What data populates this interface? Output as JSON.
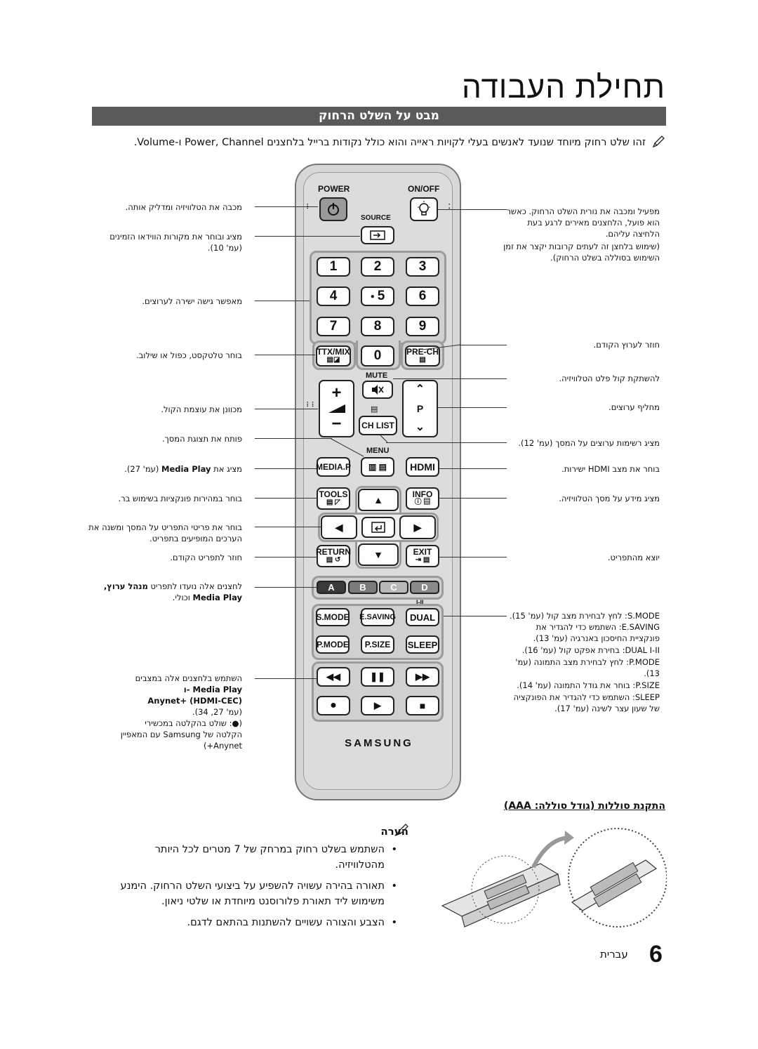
{
  "page": {
    "title": "תחילת העבודה",
    "section": "מבט על השלט הרחוק",
    "intro": "זהו שלט רחוק מיוחד שנועד לאנשים בעלי לקויות ראייה והוא כולל נקודות ברייל בלחצנים Power, Channel ו-Volume."
  },
  "remote": {
    "keys": {
      "power": "POWER",
      "onoff": "ON/OFF",
      "source": "SOURCE",
      "n1": "1",
      "n2": "2",
      "n3": "3",
      "n4": "4",
      "n5": "5",
      "n6": "6",
      "n7": "7",
      "n8": "8",
      "n9": "9",
      "n0": "0",
      "ttx": "TTX/MIX",
      "prech": "PRE-CH",
      "mute": "MUTE",
      "plus": "+",
      "minus": "−",
      "p": "P",
      "chlist": "CH LIST",
      "menu": "MENU",
      "mediap": "MEDIA.P",
      "hdmi": "HDMI",
      "tools": "TOOLS",
      "info": "INFO",
      "return": "RETURN",
      "exit": "EXIT",
      "a": "A",
      "b": "B",
      "c": "C",
      "d": "D",
      "smode": "S.MODE",
      "esaving": "E.SAVING",
      "dual": "DUAL",
      "pmode": "P.MODE",
      "psize": "P.SIZE",
      "sleep": "SLEEP",
      "dual_small": "I-II"
    },
    "brand": "SAMSUNG",
    "colors": {
      "a": "#3a3a3a",
      "b": "#7a7a7a",
      "c": "#b9b9b9",
      "d": "#8a8a8a",
      "body": "#d7d7d7"
    }
  },
  "labels_left": {
    "power": "מכבה את הטלוויזיה ומדליק אותה.",
    "source_1": "מציג ובוחר את מקורות הווידאו הזמינים",
    "source_2": "(עמ' 10).",
    "numbers": "מאפשר גישה ישירה לערוצים.",
    "ttx": "בוחר טלטקסט, כפול או שילוב.",
    "volume": "מכוונן את עוצמת הקול.",
    "menu": "פותח את תצוגת המסך.",
    "mediap_text": "מציג את",
    "mediap_bold": "Media Play",
    "mediap_page": "(עמ' 27).",
    "tools": "בוחר במהירות פונקציות בשימוש בר.",
    "nav_1": "בוחר את פריטי התפריט על המסך ומשנה את",
    "nav_2": "הערכים המופיעים בתפריט.",
    "return": "חוזר לתפריט הקודם.",
    "color_1a": "לחצנים אלה נועדו לתפריט",
    "color_1b": "מנהל ערוץ,",
    "color_2a": "Media Play",
    "color_2b": "וכולי.",
    "media_1": "השתמש בלחצנים אלה במצבים",
    "media_2": "Media Play -ו",
    "media_3": "Anynet+ (HDMI-CEC)",
    "media_4": "(עמ' 27, 34).",
    "media_5": "(●: שולט בהקלטה במכשירי",
    "media_6": "הקלטה של Samsung עם המאפיין",
    "media_7": "Anynet+)"
  },
  "labels_right": {
    "onoff_1": "מפעיל ומכבה את נורית השלט הרחוק. כאשר",
    "onoff_2": "הוא פועל, הלחצנים מאירים לרגע בעת",
    "onoff_3": "הלחיצה עליהם.",
    "onoff_4": "(שימוש בלחצן זה לעתים קרובות יקצר את זמן",
    "onoff_5": "השימוש בסוללה בשלט הרחוק).",
    "prech": "חוזר לערוץ הקודם.",
    "mute": "להשתקת קול פלט הטלוויזיה.",
    "channel": "מחליף ערוצים.",
    "chlist": "מציג רשימות ערוצים על המסך (עמ' 12).",
    "hdmi": "בוחר את מצב HDMI ישירות.",
    "info": "מציג מידע על מסך הטלוויזיה.",
    "exit": "יוצא מהתפריט.",
    "smode": "S.MODE: לחץ לבחירת מצב קול (עמ' 15).",
    "esaving_1": "E.SAVING: השתמש כדי להגדיר את",
    "esaving_2": "פונקציית החיסכון באנרגיה (עמ' 13).",
    "dual": "DUAL I-II: בחירת אפקט קול (עמ' 16).",
    "pmode_1": "P.MODE: לחץ לבחירת מצב התמונה (עמ'",
    "pmode_2": "13).",
    "psize": "P.SIZE: בוחר את גודל התמונה (עמ' 14).",
    "sleep_1": "SLEEP: השתמש כדי להגדיר את הפונקציה",
    "sleep_2": "של שעון עצר לשינה (עמ' 17)."
  },
  "battery": {
    "heading": "התקנת סוללות (גודל סוללה: AAA)"
  },
  "note": {
    "heading": "הערה",
    "items": [
      "השתמש בשלט רחוק במרחק של 7 מטרים לכל היותר מהטלוויזיה.",
      "תאורה בהירה עשויה להשפיע על ביצועי השלט הרחוק. הימנע משימוש ליד תאורת פלורוסנט מיוחדת או שלטי ניאון.",
      "הצבע והצורה עשויים להשתנות בהתאם לדגם."
    ]
  },
  "footer": {
    "page_number": "6",
    "language": "עברית"
  }
}
